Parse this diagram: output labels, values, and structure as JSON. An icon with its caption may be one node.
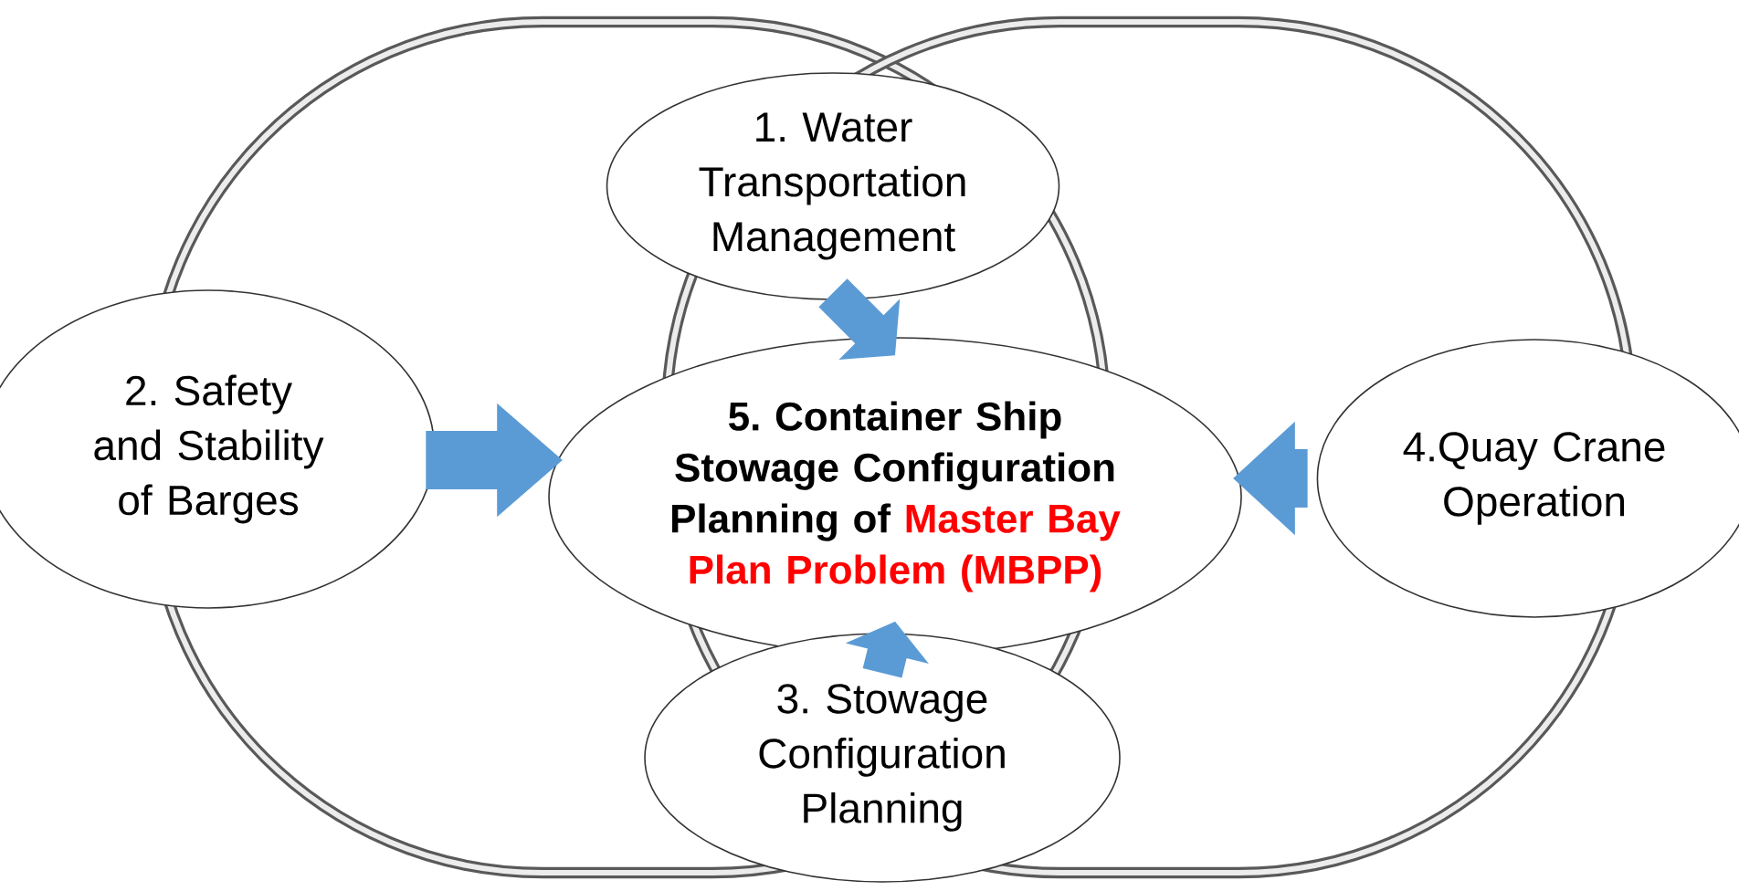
{
  "diagram": {
    "nodes": [
      {
        "text": [
          "1. Water Transportation Management"
        ]
      },
      {
        "text": [
          "2. Safety and Stability of Barges"
        ]
      },
      {
        "text": [
          "5. Container Ship Stowage Configuration Planning of",
          "Master Bay Plan Problem (MBPP)"
        ]
      },
      {
        "text": [
          "4.Quay Crane Operation"
        ]
      },
      {
        "text": [
          "3. Stowage Configuration Planning"
        ]
      }
    ],
    "edges": [
      {
        "from": 0,
        "to": 2,
        "arrow": "to"
      },
      {
        "from": 1,
        "to": 2,
        "arrow": "to"
      },
      {
        "from": 3,
        "to": 2,
        "arrow": "to"
      },
      {
        "from": 4,
        "to": 2,
        "arrow": "to"
      }
    ]
  }
}
